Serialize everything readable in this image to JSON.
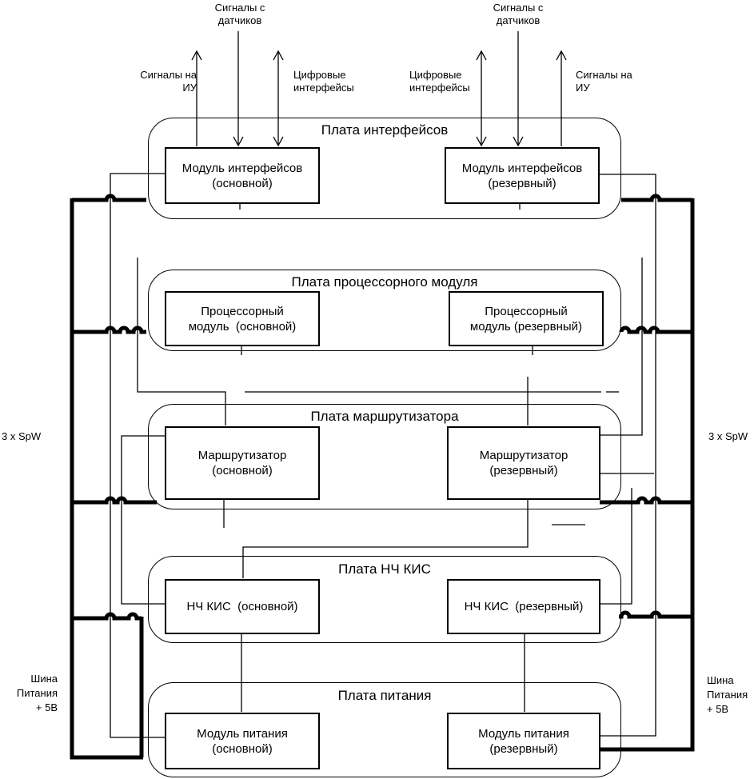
{
  "colors": {
    "line": "#000000",
    "background": "#ffffff"
  },
  "labels": {
    "top_left": {
      "sensors_line1": "Сигналы с",
      "sensors_line2": "датчиков",
      "iu_line1": "Сигналы на",
      "iu_line2": "ИУ",
      "digital_line1": "Цифровые",
      "digital_line2": "интерфейсы"
    },
    "top_right": {
      "sensors_line1": "Сигналы с",
      "sensors_line2": "датчиков",
      "iu_line1": "Сигналы на",
      "iu_line2": "ИУ",
      "digital_line1": "Цифровые",
      "digital_line2": "интерфейсы"
    },
    "spw_left": "3 x SpW",
    "spw_right": "3 x SpW",
    "power_bus_left": [
      "Шина",
      "Питания",
      "+ 5В"
    ],
    "power_bus_right": [
      "Шина",
      "Питания",
      "+ 5В"
    ]
  },
  "boards": [
    {
      "title": "Плата интерфейсов",
      "main": [
        "Модуль интерфейсов",
        "(основной)"
      ],
      "reserve": [
        "Модуль интерфейсов",
        "(резервный)"
      ]
    },
    {
      "title": "Плата процессорного модуля",
      "main": [
        "Процессорный",
        "модуль  (основной)"
      ],
      "reserve": [
        "Процессорный",
        "модуль (резервный)"
      ]
    },
    {
      "title": "Плата маршрутизатора",
      "main": [
        "Маршрутизатор",
        "(основной)"
      ],
      "reserve": [
        "Маршрутизатор",
        "(резервный)"
      ]
    },
    {
      "title": "Плата НЧ КИС",
      "main": [
        "НЧ КИС  (основной)"
      ],
      "reserve": [
        "НЧ КИС  (резервный)"
      ]
    },
    {
      "title": "Плата питания",
      "main": [
        "Модуль питания",
        "(основной)"
      ],
      "reserve": [
        "Модуль питания",
        "(резервный)"
      ]
    }
  ]
}
